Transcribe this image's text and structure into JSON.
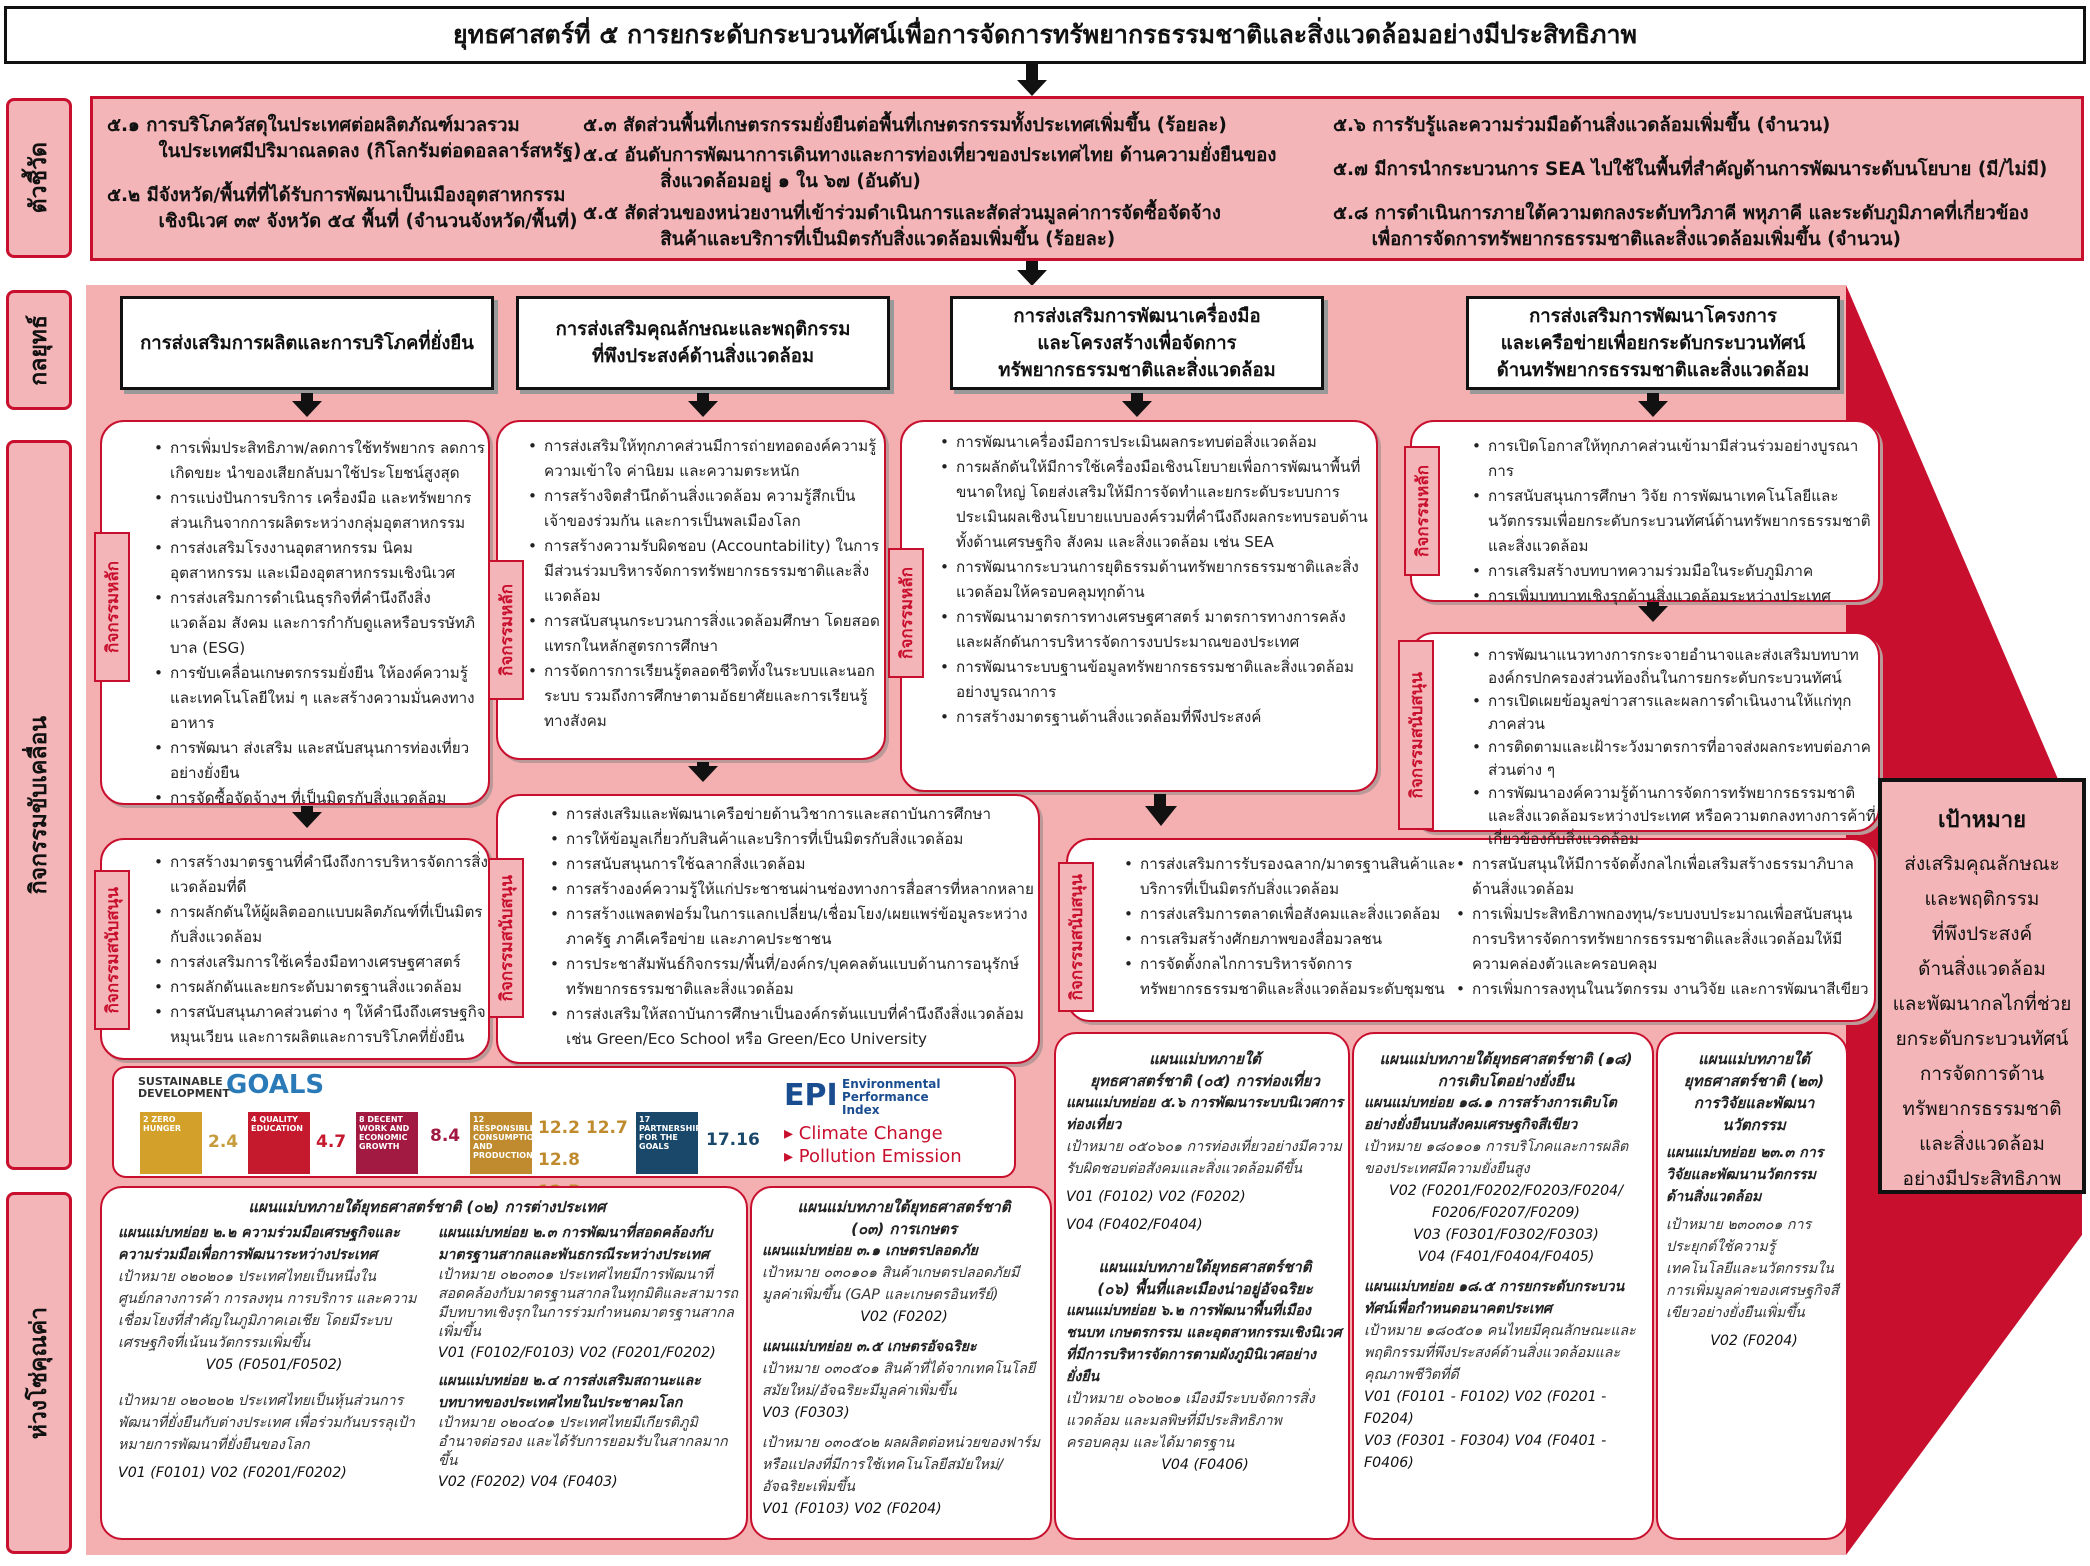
{
  "title": "ยุทธศาสตร์ที่ ๕ การยกระดับกระบวนทัศน์เพื่อการจัดการทรัพยากรธรรมชาติและสิ่งแวดล้อมอย่างมีประสิทธิภาพ",
  "labels": {
    "indicators": "ตัวชี้วัด",
    "strategy": "กลยุทธ์",
    "activities": "กิจกรรมขับเคลื่อน",
    "value_chain": "ห่วงโซ่คุณค่า"
  },
  "indicators": [
    [
      "๕.๑ การบริโภควัสดุในประเทศต่อผลิตภัณฑ์มวลรวม",
      "ในประเทศมีปริมาณลดลง (กิโลกรัมต่อดอลลาร์สหรัฐ)"
    ],
    [
      "๕.๒ มีจังหวัด/พื้นที่ที่ได้รับการพัฒนาเป็นเมืองอุตสาหกรรม",
      "เชิงนิเวศ ๓๙ จังหวัด ๕๔ พื้นที่ (จำนวนจังหวัด/พื้นที่)"
    ],
    [
      "๕.๓ สัดส่วนพื้นที่เกษตรกรรมยั่งยืนต่อพื้นที่เกษตรกรรมทั้งประเทศเพิ่มขึ้น (ร้อยละ)"
    ],
    [
      "๕.๔ อันดับการพัฒนาการเดินทางและการท่องเที่ยวของประเทศไทย ด้านความยั่งยืนของ",
      "สิ่งแวดล้อมอยู่ ๑ ใน ๖๗ (อันดับ)"
    ],
    [
      "๕.๕ สัดส่วนของหน่วยงานที่เข้าร่วมดำเนินการและสัดส่วนมูลค่าการจัดซื้อจัดจ้าง",
      "สินค้าและบริการที่เป็นมิตรกับสิ่งแวดล้อมเพิ่มขึ้น (ร้อยละ)"
    ],
    [
      "๕.๖ การรับรู้และความร่วมมือด้านสิ่งแวดล้อมเพิ่มขึ้น (จำนวน)"
    ],
    [
      "๕.๗ มีการนำกระบวนการ SEA ไปใช้ในพื้นที่สำคัญด้านการพัฒนาระดับนโยบาย (มี/ไม่มี)"
    ],
    [
      "๕.๘ การดำเนินการภายใต้ความตกลงระดับทวิภาคี พหุภาคี และระดับภูมิภาคที่เกี่ยวข้อง",
      "เพื่อการจัดการทรัพยากรธรรมชาติและสิ่งแวดล้อมเพิ่มขึ้น (จำนวน)"
    ]
  ],
  "strategies": [
    [
      "การส่งเสริมการผลิตและการบริโภคที่ยั่งยืน"
    ],
    [
      "การส่งเสริมคุณลักษณะและพฤติกรรม",
      "ที่พึงประสงค์ด้านสิ่งแวดล้อม"
    ],
    [
      "การส่งเสริมการพัฒนาเครื่องมือ",
      "และโครงสร้างเพื่อจัดการ",
      "ทรัพยากรธรรมชาติและสิ่งแวดล้อม"
    ],
    [
      "การส่งเสริมการพัฒนาโครงการ",
      "และเครือข่ายเพื่อยกระดับกระบวนทัศน์",
      "ด้านทรัพยากรธรรมชาติและสิ่งแวดล้อม"
    ]
  ],
  "tags": {
    "main": "กิจกรรมหลัก",
    "support": "กิจกรรมสนับสนุน"
  },
  "main_acts": [
    [
      "การเพิ่มประสิทธิภาพ/ลดการใช้ทรัพยากร ลดการเกิดขยะ นำของเสียกลับมาใช้ประโยชน์สูงสุด",
      "การแบ่งปันการบริการ เครื่องมือ และทรัพยากรส่วนเกินจากการผลิตระหว่างกลุ่มอุตสาหกรรม",
      "การส่งเสริมโรงงานอุตสาหกรรม นิคมอุตสาหกรรม และเมืองอุตสาหกรรมเชิงนิเวศ",
      "การส่งเสริมการดำเนินธุรกิจที่คำนึงถึงสิ่งแวดล้อม สังคม และการกำกับดูแลหรือบรรษัทภิบาล (ESG)",
      "การขับเคลื่อนเกษตรกรรมยั่งยืน ให้องค์ความรู้และเทคโนโลยีใหม่ ๆ และสร้างความมั่นคงทางอาหาร",
      "การพัฒนา ส่งเสริม และสนับสนุนการท่องเที่ยวอย่างยั่งยืน",
      "การจัดซื้อจัดจ้างฯ ที่เป็นมิตรกับสิ่งแวดล้อม"
    ],
    [
      "การส่งเสริมให้ทุกภาคส่วนมีการถ่ายทอดองค์ความรู้ ความเข้าใจ ค่านิยม และความตระหนัก",
      "การสร้างจิตสำนึกด้านสิ่งแวดล้อม ความรู้สึกเป็นเจ้าของร่วมกัน และการเป็นพลเมืองโลก",
      "การสร้างความรับผิดชอบ (Accountability) ในการมีส่วนร่วมบริหารจัดการทรัพยากรธรรมชาติและสิ่งแวดล้อม",
      "การสนับสนุนกระบวนการสิ่งแวดล้อมศึกษา โดยสอดแทรกในหลักสูตรการศึกษา",
      "การจัดการการเรียนรู้ตลอดชีวิตทั้งในระบบและนอกระบบ รวมถึงการศึกษาตามอัธยาศัยและการเรียนรู้ทางสังคม"
    ],
    [
      "การพัฒนาเครื่องมือการประเมินผลกระทบต่อสิ่งแวดล้อม",
      "การผลักดันให้มีการใช้เครื่องมือเชิงนโยบายเพื่อการพัฒนาพื้นที่ขนาดใหญ่ โดยส่งเสริมให้มีการจัดทำและยกระดับระบบการประเมินผลเชิงนโยบายแบบองค์รวมที่คำนึงถึงผลกระทบรอบด้านทั้งด้านเศรษฐกิจ สังคม และสิ่งแวดล้อม เช่น SEA",
      "การพัฒนากระบวนการยุติธรรมด้านทรัพยากรธรรมชาติและสิ่งแวดล้อมให้ครอบคลุมทุกด้าน",
      "การพัฒนามาตรการทางเศรษฐศาสตร์ มาตรการทางการคลัง และผลักดันการบริหารจัดการงบประมาณของประเทศ",
      "การพัฒนาระบบฐานข้อมูลทรัพยากรธรรมชาติและสิ่งแวดล้อมอย่างบูรณาการ",
      "การสร้างมาตรฐานด้านสิ่งแวดล้อมที่พึงประสงค์"
    ],
    [
      "การเปิดโอกาสให้ทุกภาคส่วนเข้ามามีส่วนร่วมอย่างบูรณาการ",
      "การสนับสนุนการศึกษา วิจัย การพัฒนาเทคโนโลยีและนวัตกรรมเพื่อยกระดับกระบวนทัศน์ด้านทรัพยากรธรรมชาติและสิ่งแวดล้อม",
      "การเสริมสร้างบทบาทความร่วมมือในระดับภูมิภาค",
      "การเพิ่มบทบาทเชิงรุกด้านสิ่งแวดล้อมระหว่างประเทศ"
    ]
  ],
  "support_acts": [
    [
      "การสร้างมาตรฐานที่คำนึงถึงการบริหารจัดการสิ่งแวดล้อมที่ดี",
      "การผลักดันให้ผู้ผลิตออกแบบผลิตภัณฑ์ที่เป็นมิตรกับสิ่งแวดล้อม",
      "การส่งเสริมการใช้เครื่องมือทางเศรษฐศาสตร์",
      "การผลักดันและยกระดับมาตรฐานสิ่งแวดล้อม",
      "การสนับสนุนภาคส่วนต่าง ๆ ให้คำนึงถึงเศรษฐกิจหมุนเวียน และการผลิตและการบริโภคที่ยั่งยืน"
    ],
    [
      "การส่งเสริมและพัฒนาเครือข่ายด้านวิชาการและสถาบันการศึกษา",
      "การให้ข้อมูลเกี่ยวกับสินค้าและบริการที่เป็นมิตรกับสิ่งแวดล้อม",
      "การสนับสนุนการใช้ฉลากสิ่งแวดล้อม",
      "การสร้างองค์ความรู้ให้แก่ประชาชนผ่านช่องทางการสื่อสารที่หลากหลาย",
      "การสร้างแพลตฟอร์มในการแลกเปลี่ยน/เชื่อมโยง/เผยแพร่ข้อมูลระหว่างภาครัฐ ภาคีเครือข่าย และภาคประชาชน",
      "การประชาสัมพันธ์กิจกรรม/พื้นที่/องค์กร/บุคคลต้นแบบด้านการอนุรักษ์ทรัพยากรธรรมชาติและสิ่งแวดล้อม",
      "การส่งเสริมให้สถาบันการศึกษาเป็นองค์กรต้นแบบที่คำนึงถึงสิ่งแวดล้อม เช่น Green/Eco School หรือ Green/Eco University"
    ],
    [
      "การส่งเสริมการรับรองฉลาก/มาตรฐานสินค้าและบริการที่เป็นมิตรกับสิ่งแวดล้อม",
      "การส่งเสริมการตลาดเพื่อสังคมและสิ่งแวดล้อม",
      "การเสริมสร้างศักยภาพของสื่อมวลชน",
      "การจัดตั้งกลไกการบริหารจัดการทรัพยากรธรรมชาติและสิ่งแวดล้อมระดับชุมชน"
    ],
    [
      "การสนับสนุนให้มีการจัดตั้งกลไกเพื่อเสริมสร้างธรรมาภิบาลด้านสิ่งแวดล้อม",
      "การเพิ่มประสิทธิภาพกองทุน/ระบบงบประมาณเพื่อสนับสนุนการบริหารจัดการทรัพยากรธรรมชาติและสิ่งแวดล้อมให้มีความคล่องตัวและครอบคลุม",
      "การเพิ่มการลงทุนในนวัตกรรม งานวิจัย และการพัฒนาสีเขียว"
    ],
    [
      "การพัฒนาแนวทางการกระจายอำนาจและส่งเสริมบทบาทองค์กรปกครองส่วนท้องถิ่นในการยกระดับกระบวนทัศน์",
      "การเปิดเผยข้อมูลข่าวสารและผลการดำเนินงานให้แก่ทุกภาคส่วน",
      "การติดตามและเฝ้าระวังมาตรการที่อาจส่งผลกระทบต่อภาคส่วนต่าง ๆ",
      "การพัฒนาองค์ความรู้ด้านการจัดการทรัพยากรธรรมชาติและสิ่งแวดล้อมระหว่างประเทศ หรือความตกลงทางการค้าที่เกี่ยวข้องกับสิ่งแวดล้อม"
    ]
  ],
  "goal": {
    "title": "เป้าหมาย",
    "body": [
      "ส่งเสริมคุณลักษณะ",
      "และพฤติกรรม",
      "ที่พึงประสงค์",
      "ด้านสิ่งแวดล้อม",
      "และพัฒนากลไกที่ช่วย",
      "ยกระดับกระบวนทัศน์",
      "การจัดการด้าน",
      "ทรัพยากรธรรมชาติ",
      "และสิ่งแวดล้อม",
      "อย่างมีประสิทธิภาพ"
    ]
  },
  "sdg": {
    "title_line1": "SUSTAINABLE",
    "title_line2": "DEVELOPMENT",
    "goals_word": "GOALS",
    "tiles": [
      {
        "n": "2",
        "t": "ZERO HUNGER",
        "c": "#d3a029",
        "v": "2.4"
      },
      {
        "n": "4",
        "t": "QUALITY EDUCATION",
        "c": "#c5192d",
        "v": "4.7"
      },
      {
        "n": "8",
        "t": "DECENT WORK AND ECONOMIC GROWTH",
        "c": "#a21942",
        "v": "8.4"
      },
      {
        "n": "12",
        "t": "RESPONSIBLE CONSUMPTION AND PRODUCTION",
        "c": "#bf8b2e",
        "v": "12.2 12.7 12.8 12.B"
      },
      {
        "n": "17",
        "t": "PARTNERSHIPS FOR THE GOALS",
        "c": "#19486a",
        "v": "17.16"
      }
    ],
    "color_2": "#d3a029",
    "color_4": "#c5192d",
    "color_8": "#a21942",
    "color_12": "#bf8b2e",
    "color_17": "#19486a"
  },
  "epi": {
    "logo": "EPI",
    "name1": "Environmental",
    "name2": "Performance",
    "name3": "Index",
    "item1": "Climate Change",
    "item2": "Pollution Emission"
  },
  "plans": {
    "p02": {
      "head": "แผนแม่บทภายใต้ยุทธศาสตร์ชาติ (๐๒) การต่างประเทศ",
      "sub22": "แผนแม่บทย่อย ๒.๒ ความร่วมมือเศรษฐกิจและความร่วมมือเพื่อการพัฒนาระหว่างประเทศ",
      "t020201": "เป้าหมาย ๐๒๐๒๐๑ ประเทศไทยเป็นหนึ่งในศูนย์กลางการค้า การลงทุน การบริการ และความเชื่อมโยงที่สำคัญในภูมิภาคเอเชีย โดยมีระบบเศรษฐกิจที่เน้นนวัตกรรมเพิ่มขึ้น",
      "v1": "V05 (F0501/F0502)",
      "t020202": "เป้าหมาย ๐๒๐๒๐๒ ประเทศไทยเป็นหุ้นส่วนการพัฒนาที่ยั่งยืนกับต่างประเทศ เพื่อร่วมกันบรรลุเป้าหมายการพัฒนาที่ยั่งยืนของโลก",
      "v2": "V01 (F0101)        V02 (F0201/F0202)",
      "sub23": "แผนแม่บทย่อย ๒.๓ การพัฒนาที่สอดคล้องกับมาตรฐานสากลและพันธกรณีระหว่างประเทศ",
      "t020301": "เป้าหมาย ๐๒๐๓๐๑ ประเทศไทยมีการพัฒนาที่สอดคล้องกับมาตรฐานสากลในทุกมิติและสามารถมีบทบาทเชิงรุกในการร่วมกำหนดมาตรฐานสากลเพิ่มขึ้น",
      "v3": "V01 (F0102/F0103)   V02 (F0201/F0202)",
      "sub24": "แผนแม่บทย่อย ๒.๔ การส่งเสริมสถานะและบทบาทของประเทศไทยในประชาคมโลก",
      "t020401": "เป้าหมาย ๐๒๐๔๐๑ ประเทศไทยมีเกียรติภูมิ อำนาจต่อรอง และได้รับการยอมรับในสากลมากขึ้น",
      "v4": "V02 (F0202)              V04 (F0403)"
    },
    "p03": {
      "head1": "แผนแม่บทภายใต้ยุทธศาสตร์ชาติ",
      "head2": "(๐๓) การเกษตร",
      "sub31": "แผนแม่บทย่อย ๓.๑ เกษตรปลอดภัย",
      "t030101": "เป้าหมาย ๐๓๐๑๐๑ สินค้าเกษตรปลอดภัยมีมูลค่าเพิ่มขึ้น (GAP และเกษตรอินทรีย์)",
      "v1": "V02 (F0202)",
      "sub35": "แผนแม่บทย่อย ๓.๕ เกษตรอัจฉริยะ",
      "t030501": "เป้าหมาย ๐๓๐๕๐๑ สินค้าที่ได้จากเทคโนโลยีสมัยใหม่/อัจฉริยะมีมูลค่าเพิ่มขึ้น",
      "v2": "V03 (F0303)",
      "t030502": "เป้าหมาย ๐๓๐๕๐๒ ผลผลิตต่อหน่วยของฟาร์มหรือแปลงที่มีการใช้เทคโนโลยีสมัยใหม่/อัจฉริยะเพิ่มขึ้น",
      "v3": "V01 (F0103)       V02 (F0204)"
    },
    "p05": {
      "head1": "แผนแม่บทภายใต้",
      "head2": "ยุทธศาสตร์ชาติ (๐๕) การท่องเที่ยว",
      "sub56": "แผนแม่บทย่อย ๕.๖ การพัฒนาระบบนิเวศการท่องเที่ยว",
      "t050601": "เป้าหมาย ๐๕๐๖๐๑ การท่องเที่ยวอย่างมีความรับผิดชอบต่อสังคมและสิ่งแวดล้อมดีขึ้น",
      "v1": "V01 (F0102)          V02 (F0202)",
      "v2": "V04 (F0402/F0404)"
    },
    "p06": {
      "head1": "แผนแม่บทภายใต้ยุทธศาสตร์ชาติ",
      "head2": "(๐๖) พื้นที่และเมืองน่าอยู่อัจฉริยะ",
      "sub62": "แผนแม่บทย่อย ๖.๒ การพัฒนาพื้นที่เมือง ชนบท เกษตรกรรม และอุตสาหกรรมเชิงนิเวศที่มีการบริหารจัดการตามผังภูมินิเวศอย่างยั่งยืน",
      "t060201": "เป้าหมาย ๐๖๐๒๐๑ เมืองมีระบบจัดการสิ่งแวดล้อม และมลพิษที่มีประสิทธิภาพ ครอบคลุม และได้มาตรฐาน",
      "v1": "V04 (F0406)"
    },
    "p18": {
      "head1": "แผนแม่บทภายใต้ยุทธศาสตร์ชาติ (๑๘)",
      "head2": "การเติบโตอย่างยั่งยืน",
      "sub181": "แผนแม่บทย่อย ๑๘.๑ การสร้างการเติบโตอย่างยั่งยืนบนสังคมเศรษฐกิจสีเขียว",
      "t180101": "เป้าหมาย ๑๘๐๑๐๑ การบริโภคและการผลิตของประเทศมีความยั่งยืนสูง",
      "v1": "V02 (F0201/F0202/F0203/F0204/",
      "v1b": "F0206/F0207/F0209)",
      "v2": "V03 (F0301/F0302/F0303)",
      "v3": "V04 (F401/F0404/F0405)",
      "sub185": "แผนแม่บทย่อย ๑๘.๕ การยกระดับกระบวนทัศน์เพื่อกำหนดอนาคตประเทศ",
      "t180501": "เป้าหมาย ๑๘๐๕๐๑ คนไทยมีคุณลักษณะและพฤติกรรมที่พึงประสงค์ด้านสิ่งแวดล้อมและคุณภาพชีวิตที่ดี",
      "v4": "V01 (F0101 - F0102) V02 (F0201 - F0204)",
      "v5": "V03 (F0301 - F0304) V04 (F0401 - F0406)"
    },
    "p23": {
      "head1": "แผนแม่บทภายใต้",
      "head2": "ยุทธศาสตร์ชาติ (๒๓)",
      "head3": "การวิจัยและพัฒนานวัตกรรม",
      "sub233": "แผนแม่บทย่อย ๒๓.๓ การวิจัยและพัฒนานวัตกรรมด้านสิ่งแวดล้อม",
      "t230301": "เป้าหมาย ๒๓๐๓๐๑ การประยุกต์ใช้ความรู้ เทคโนโลยีและนวัตกรรมในการเพิ่มมูลค่าของเศรษฐกิจสีเขียวอย่างยั่งยืนเพิ่มขึ้น",
      "v1": "V02 (F0204)"
    }
  }
}
